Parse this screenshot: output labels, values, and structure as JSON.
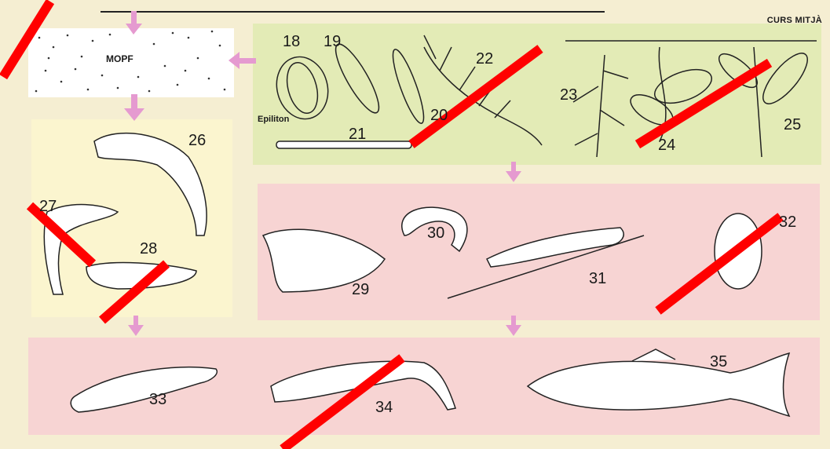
{
  "heading": "CURS MITJÀ",
  "mopf_label": "MOPF",
  "epiliton_label": "Epiliton",
  "numbers": {
    "n18": "18",
    "n19": "19",
    "n20": "20",
    "n21": "21",
    "n22": "22",
    "n23": "23",
    "n24": "24",
    "n25": "25",
    "n26": "26",
    "n27": "27",
    "n28": "28",
    "n29": "29",
    "n30": "30",
    "n31": "31",
    "n32": "32",
    "n33": "33",
    "n34": "34",
    "n35": "35"
  },
  "colors": {
    "background": "#f5eed2",
    "mopf_panel": "#ffffff",
    "green_panel": "#e3ebb6",
    "yellow_panel": "#fbf5cf",
    "pink_panel": "#f7d4d3",
    "arrow": "#e59ad0",
    "strike": "#ff0000"
  }
}
